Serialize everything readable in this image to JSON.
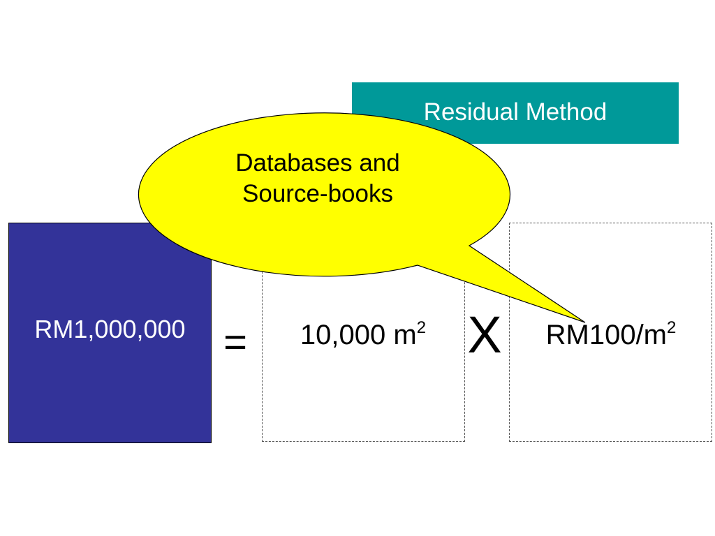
{
  "header": {
    "title": "Residual Method"
  },
  "equation": {
    "value": "RM1,000,000",
    "equals": "=",
    "area_value": "10,000 m",
    "area_exponent": "2",
    "times": "X",
    "rate_value": "RM100/m",
    "rate_exponent": "2"
  },
  "callout": {
    "line1": "Databases and",
    "line2": "Source-books"
  },
  "colors": {
    "header_bg": "#009999",
    "value_bg": "#333399",
    "callout_fill": "#FFFF00"
  }
}
